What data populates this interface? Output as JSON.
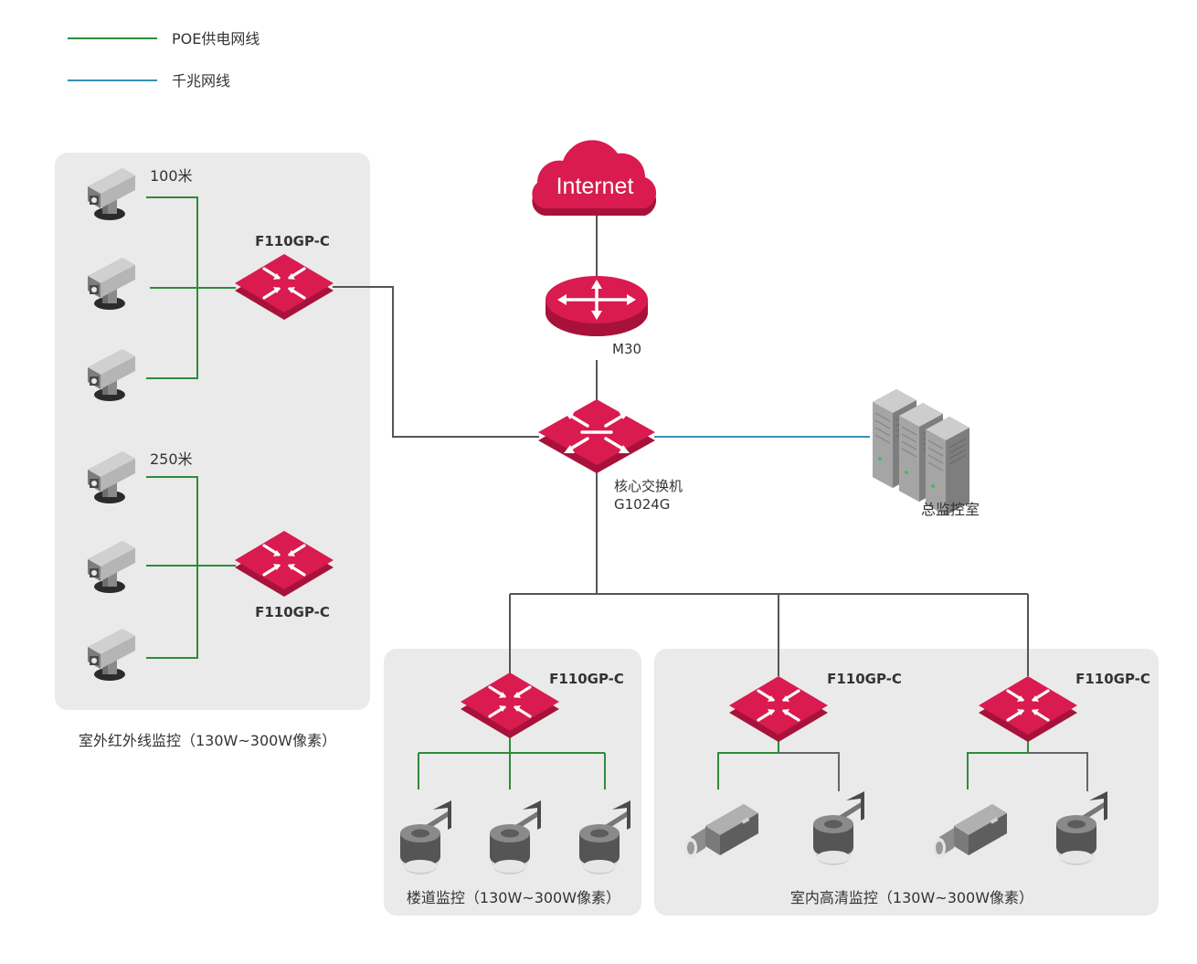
{
  "legend": {
    "poe_label": "POE供电网线",
    "poe_color": "#2e8b3a",
    "gigabit_label": "千兆网线",
    "gigabit_color": "#3a8fb7"
  },
  "colors": {
    "device_red": "#d91b4f",
    "device_dark": "#a8123a",
    "backbone_line": "#555555",
    "group_bg": "#eaeaea"
  },
  "internet": {
    "label": "Internet"
  },
  "router": {
    "model": "M30"
  },
  "core_switch": {
    "line1": "核心交换机",
    "line2": "G1024G"
  },
  "monitor_room": {
    "label": "总监控室"
  },
  "outdoor_group": {
    "label": "室外红外线监控（130W~300W像素）",
    "distance_top": "100米",
    "distance_bottom": "250米",
    "switch_top": "F110GP-C",
    "switch_bottom": "F110GP-C"
  },
  "corridor_group": {
    "label": "楼道监控（130W~300W像素）",
    "switch": "F110GP-C"
  },
  "indoor_group": {
    "label": "室内高清监控（130W~300W像素）",
    "switch_left": "F110GP-C",
    "switch_right": "F110GP-C"
  }
}
